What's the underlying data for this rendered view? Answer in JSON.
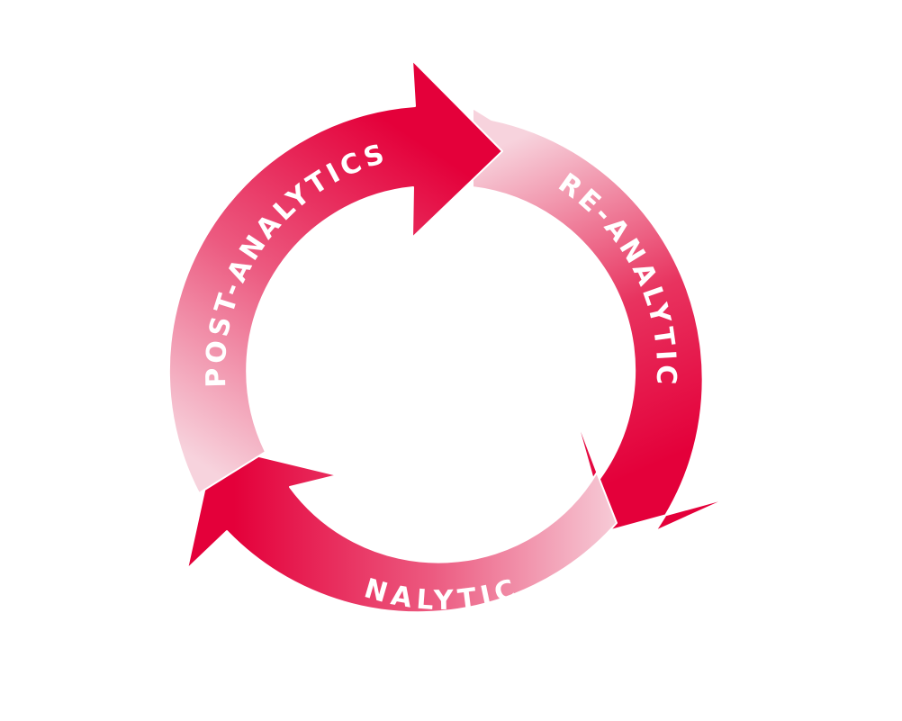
{
  "diagram": {
    "arrows": [
      {
        "key": "pre",
        "label": "PRE-ANALYTICS"
      },
      {
        "key": "analytics",
        "label": "ANALYTICS"
      },
      {
        "key": "post",
        "label": "POST-ANALYTICS"
      }
    ],
    "colors": {
      "arrow_solid": "#e4003a",
      "arrow_faded": "#f7d3dd",
      "label_text": "#ffffff",
      "background": "#ffffff"
    }
  }
}
